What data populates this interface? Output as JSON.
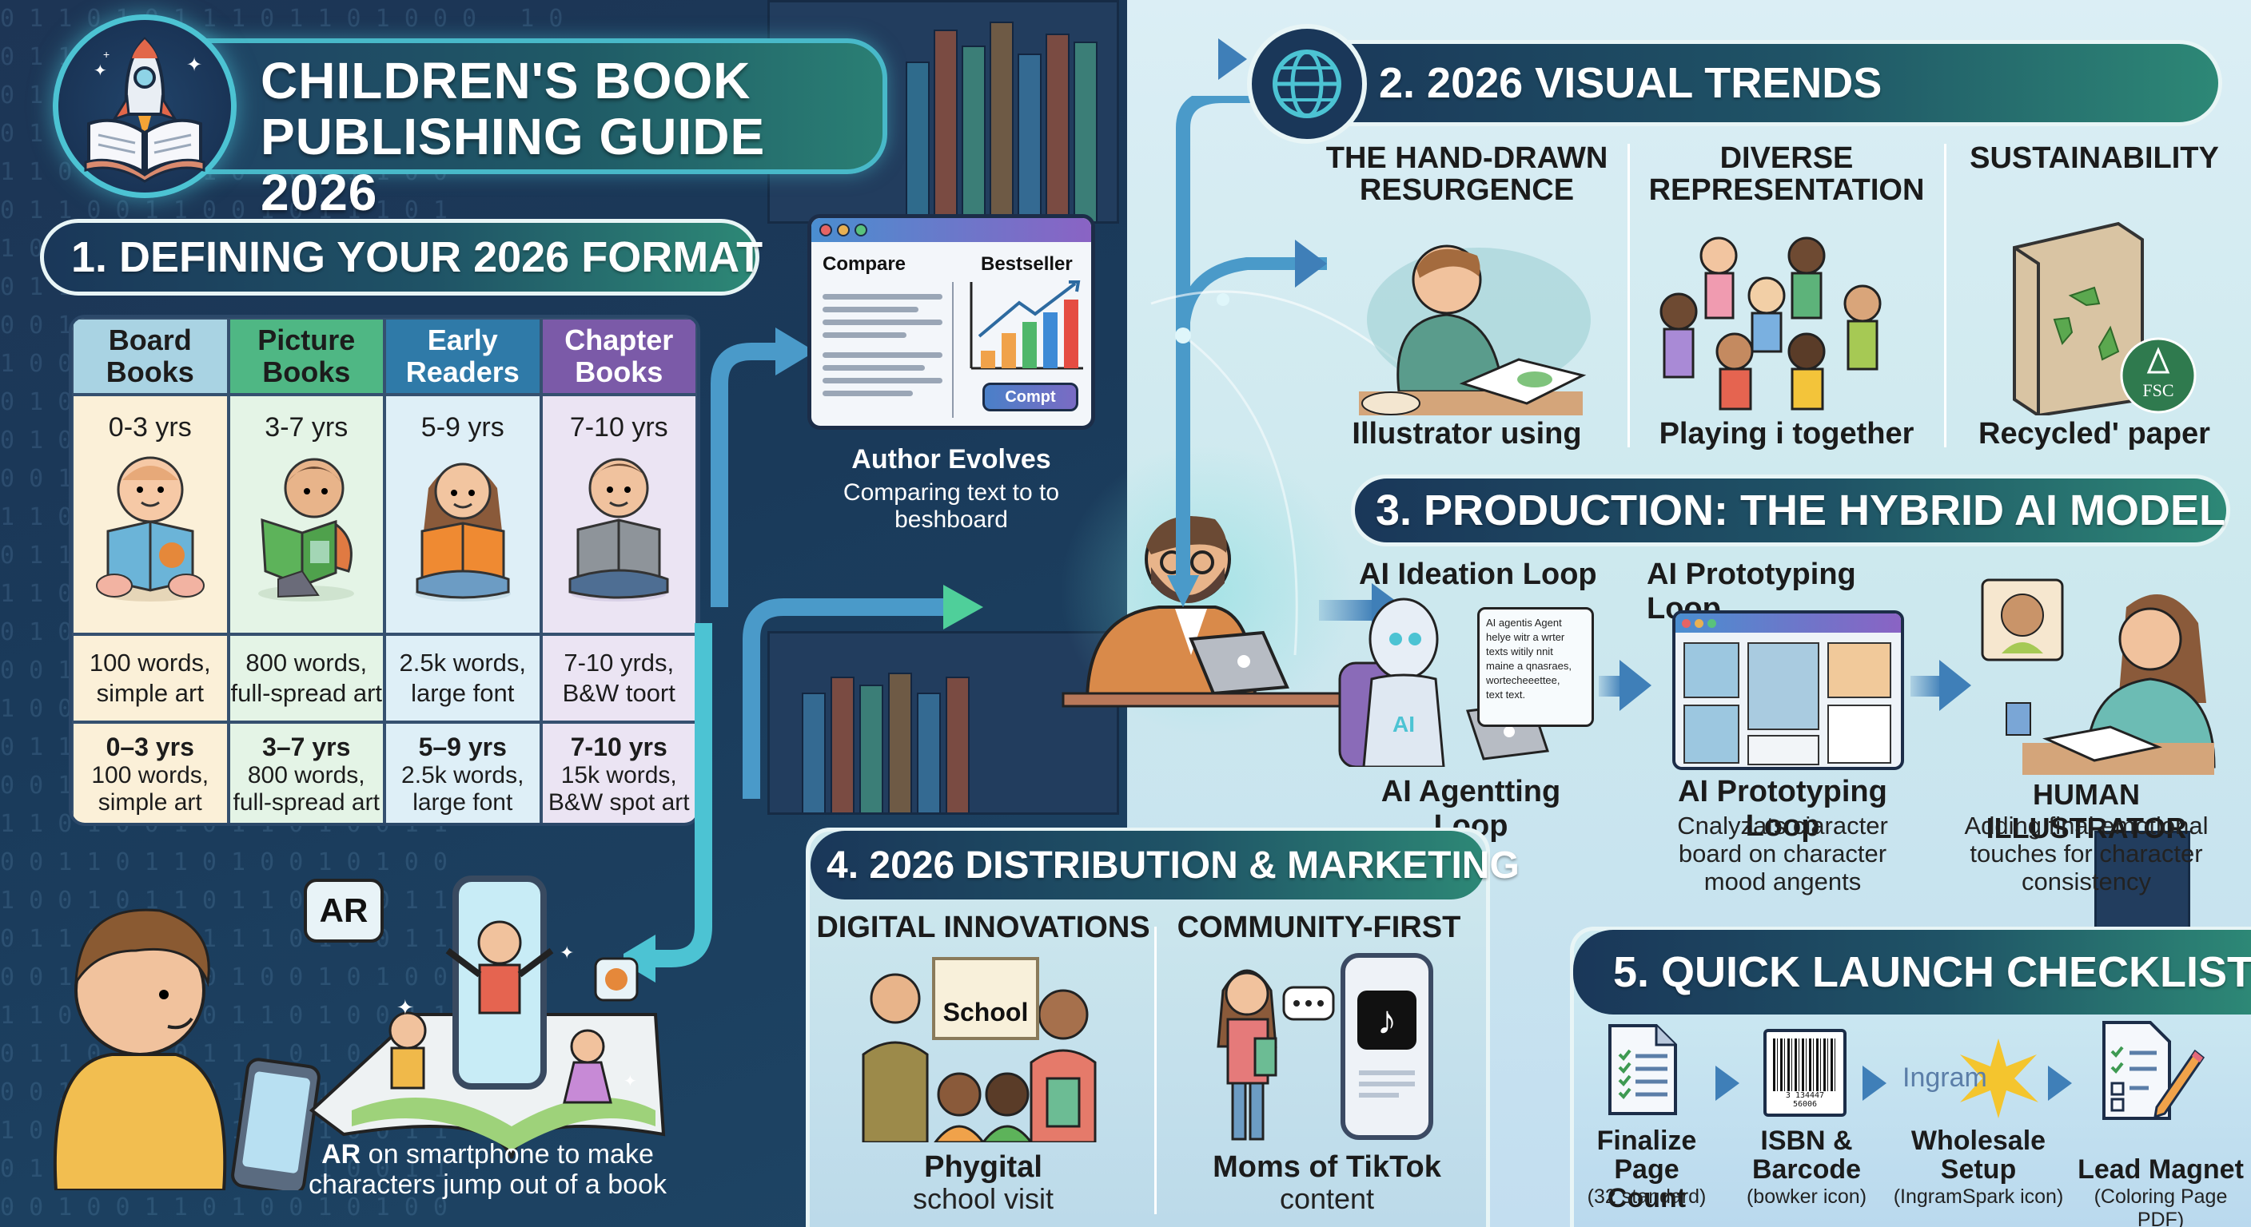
{
  "header": {
    "title_line1": "CHILDREN'S BOOK",
    "title_line2": "PUBLISHING GUIDE 2026",
    "icon": "rocket-book-icon"
  },
  "section1": {
    "title": "1. DEFINING YOUR 2026 FORMAT",
    "columns": [
      {
        "name": "Board Books",
        "name_l1": "Board",
        "name_l2": "Books",
        "color": "#a9d3e3",
        "body_bg": "#fbf0d8",
        "age": "0-3 yrs",
        "desc_l1": "100 words,",
        "desc_l2": "simple art",
        "sum_age": "0–3 yrs",
        "sum_l1": "100 words,",
        "sum_l2": "simple art"
      },
      {
        "name": "Picture Books",
        "name_l1": "Picture",
        "name_l2": "Books",
        "color": "#4fb784",
        "body_bg": "#e4f4e6",
        "age": "3-7 yrs",
        "desc_l1": "800 words,",
        "desc_l2": "full-spread art",
        "sum_age": "3–7 yrs",
        "sum_l1": "800 words,",
        "sum_l2": "full-spread art"
      },
      {
        "name": "Early Readers",
        "name_l1": "Early",
        "name_l2": "Readers",
        "color": "#2f7aa8",
        "body_bg": "#deeff7",
        "age": "5-9 yrs",
        "desc_l1": "2.5k words,",
        "desc_l2": "large font",
        "sum_age": "5–9 yrs",
        "sum_l1": "2.5k words,",
        "sum_l2": "large font"
      },
      {
        "name": "Chapter Books",
        "name_l1": "Chapter",
        "name_l2": "Books",
        "color": "#7b5aa8",
        "body_bg": "#ebe4f3",
        "age": "7-10 yrs",
        "desc_l1": "7-10 yrds,",
        "desc_l2": "B&W toort",
        "sum_age": "7-10 yrs",
        "sum_l1": "15k words,",
        "sum_l2": "B&W spot art"
      }
    ]
  },
  "compare_window": {
    "left_title": "Compare",
    "right_title": "Bestseller",
    "button": "Compt",
    "caption_title": "Author Evolves",
    "caption_l1": "Comparing text to to",
    "caption_l2": "beshboard",
    "bar_colors": [
      "#f0a24a",
      "#f0a24a",
      "#4fb76b",
      "#3d8ad6",
      "#e54d42"
    ],
    "bar_heights": [
      55,
      110,
      150,
      180,
      225
    ]
  },
  "ar": {
    "bubble": "AR",
    "caption_bold": "AR",
    "caption_l1_rest": " on smartphone to make",
    "caption_l2": "characters jump out of a book"
  },
  "section2": {
    "title": "2. 2026 VISUAL TRENDS",
    "icon": "globe-icon",
    "items": [
      {
        "title_l1": "THE HAND-DRAWN",
        "title_l2": "RESURGENCE",
        "caption": "Illustrator using"
      },
      {
        "title_l1": "DIVERSE",
        "title_l2": "REPRESENTATION",
        "caption": "Playing i together"
      },
      {
        "title_l1": "SUSTAINABILITY",
        "title_l2": "",
        "caption": "Recycled' paper",
        "badge": "FSC"
      }
    ]
  },
  "section3": {
    "title": "3. PRODUCTION: THE HYBRID AI MODEL",
    "top_labels": [
      "AI Ideation Loop",
      "AI Prototyping Loop"
    ],
    "ai_bubble_lines": [
      "AI agentis Agent",
      "helye witr a wrter",
      "texts witily nnit",
      "maine a qnasraes,",
      "wortecheeettee,",
      "text text."
    ],
    "robot_badge": "AI",
    "steps": [
      {
        "title": "AI Agentting Loop",
        "desc": []
      },
      {
        "title": "AI Prototyping Loop",
        "desc": [
          "Cnalyzats ciaracter",
          "board on character",
          "mood angents"
        ]
      },
      {
        "title": "HUMAN ILLUSTRATOR",
        "desc": [
          "Adding final emotional",
          "touches for character",
          "consistency"
        ]
      }
    ]
  },
  "section4": {
    "title": "4. 2026 DISTRIBUTION & MARKETING",
    "columns": [
      {
        "heading": "DIGITAL INNOVATIONS",
        "sign": "School",
        "caption_bold": "Phygital",
        "caption": "school visit"
      },
      {
        "heading": "COMMUNITY-FIRST",
        "caption_bold": "Moms of TikTok",
        "caption": "content",
        "icon": "tiktok-icon"
      }
    ]
  },
  "section5": {
    "title": "5. QUICK LAUNCH CHECKLIST",
    "steps": [
      {
        "l1": "Finalize",
        "l2": "Page Count",
        "sub": "(32 standard)",
        "icon": "checklist-document-icon"
      },
      {
        "l1": "ISBN &",
        "l2": "Barcode",
        "sub": "(bowker icon)",
        "icon": "barcode-icon",
        "barcode_digits": "3 134447 56006"
      },
      {
        "l1": "Wholesale",
        "l2": "Setup",
        "sub": "(IngramSpark icon)",
        "icon": "ingramspark-icon",
        "logo_text": "Ingram"
      },
      {
        "l1": "",
        "l2": "Lead Magnet",
        "sub": "(Coloring Page PDF)",
        "icon": "checklist-pencil-icon"
      }
    ]
  },
  "colors": {
    "navy": "#1b3352",
    "teal": "#2d8876",
    "accent_cyan": "#4cc3d3",
    "arrow_blue": "#3f7fb8",
    "arrow_green": "#4fcf9a"
  }
}
